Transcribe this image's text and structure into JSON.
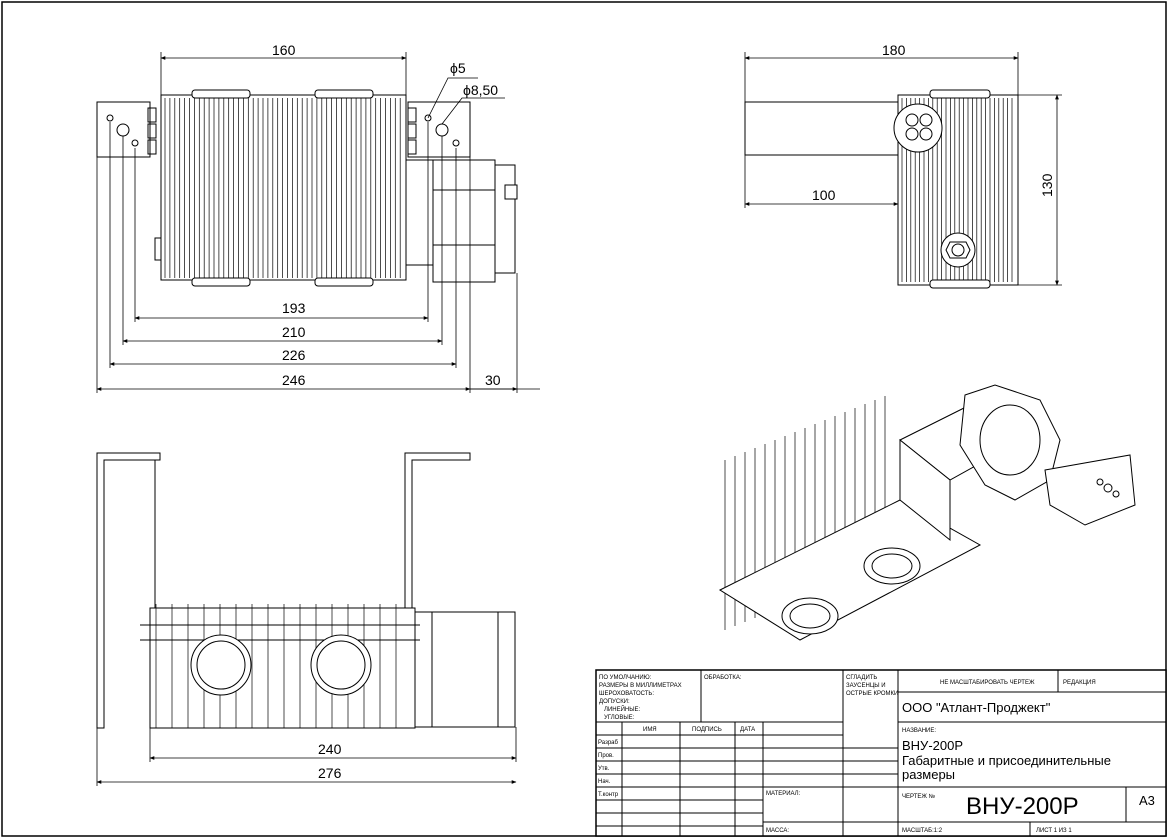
{
  "dimensions": {
    "front_width": "160",
    "hole_small": "ϕ5",
    "hole_large": "ϕ8,50",
    "d193": "193",
    "d210": "210",
    "d226": "226",
    "d246": "246",
    "d30": "30",
    "side_width": "180",
    "side_offset": "100",
    "side_height": "130",
    "top_inner": "240",
    "top_total": "276"
  },
  "title_block": {
    "defaults_lines": [
      "ПО УМОЛЧАНИЮ:",
      "РАЗМЕРЫ В МИЛЛИМЕТРАХ",
      "ШЕРОХОВАТОСТЬ:",
      "ДОПУСКИ:",
      "ЛИНЕЙНЫЕ:",
      "УГЛОВЫЕ:"
    ],
    "processing": "ОБРАБОТКА:",
    "deburr_lines": [
      "СГЛАДИТЬ",
      "ЗАУСЕНЦЫ И",
      "ОСТРЫЕ КРОМКИ"
    ],
    "no_scale": "НЕ МАСШТАБИРОВАТЬ ЧЕРТЕЖ",
    "revision": "РЕДАКЦИЯ",
    "company": "ООО \"Атлант-Проджект\"",
    "col_name": "ИМЯ",
    "col_sign": "ПОДПИСЬ",
    "col_date": "ДАТА",
    "row_labels": [
      "Разраб",
      "Пров.",
      "Утв.",
      "Нач.",
      "Т.контр"
    ],
    "name_label": "НАЗВАНИЕ:",
    "name_line1": "ВНУ-200Р",
    "name_line2": "Габаритные и присоединительные",
    "name_line3": "размеры",
    "material": "МАТЕРИАЛ:",
    "drawing_no_label": "ЧЕРТЕЖ №",
    "drawing_no": "ВНУ-200Р",
    "format": "А3",
    "weight": "МАССА:",
    "scale": "МАСШТАБ:1:2",
    "sheet": "ЛИСТ 1 ИЗ 1"
  }
}
